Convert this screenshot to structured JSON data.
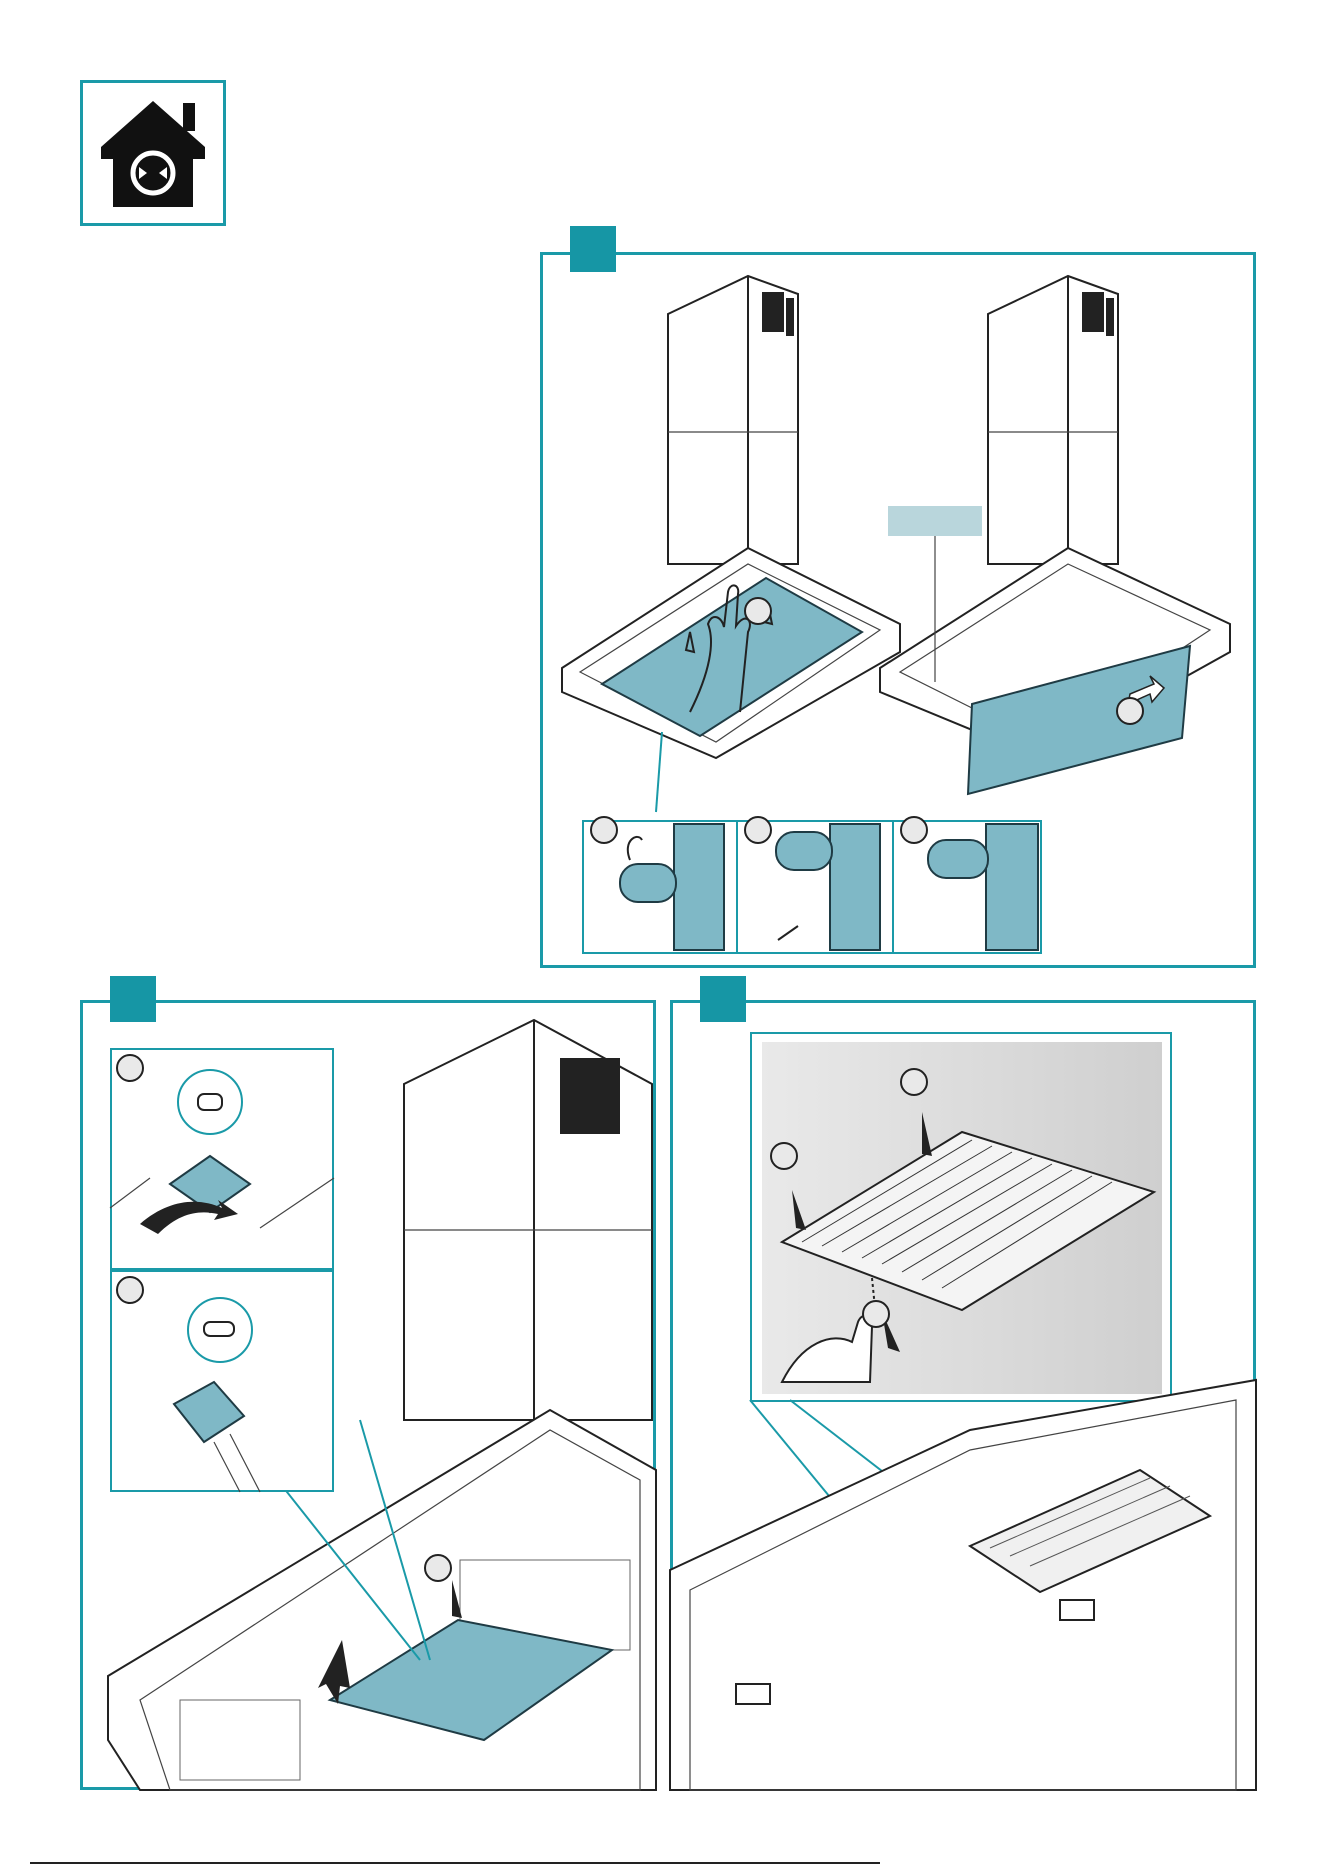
{
  "page": {
    "mode_icon": "house-recirculation-icon",
    "accent_color": "#1a9aa8",
    "filter_color": "#7fb8c6"
  },
  "sections": [
    {
      "id": "top-panel",
      "steps": [
        "step-a",
        "step-b",
        "step-c",
        "step-d",
        "step-e"
      ]
    },
    {
      "id": "left-panel",
      "steps": [
        "step-a",
        "step-b",
        "step-c"
      ]
    },
    {
      "id": "right-panel",
      "steps": [
        "step-a",
        "step-b",
        "step-c"
      ]
    }
  ]
}
